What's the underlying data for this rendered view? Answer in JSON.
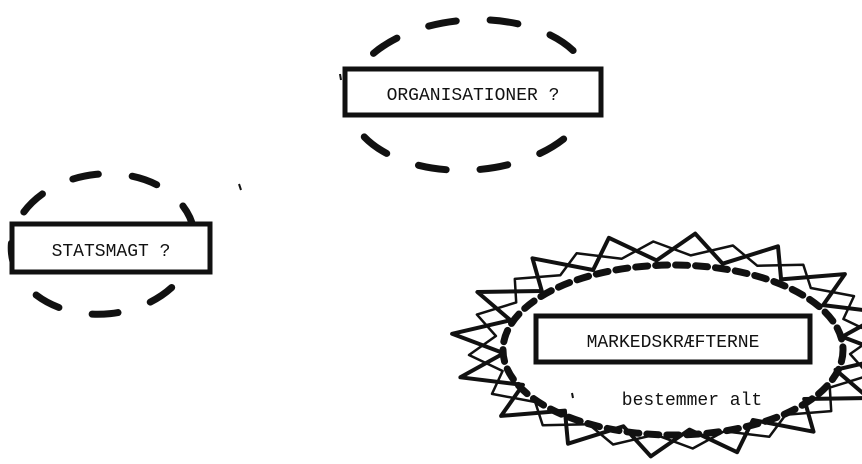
{
  "nodes": {
    "organisationer": {
      "label": "ORGANISATIONER ?"
    },
    "statsmagt": {
      "label": "STATSMAGT ?"
    },
    "markedskraefterne": {
      "label": "MARKEDSKRÆFTERNE",
      "sublabel": "bestemmer alt"
    }
  },
  "colors": {
    "ink": "#111111",
    "background": "#ffffff"
  }
}
